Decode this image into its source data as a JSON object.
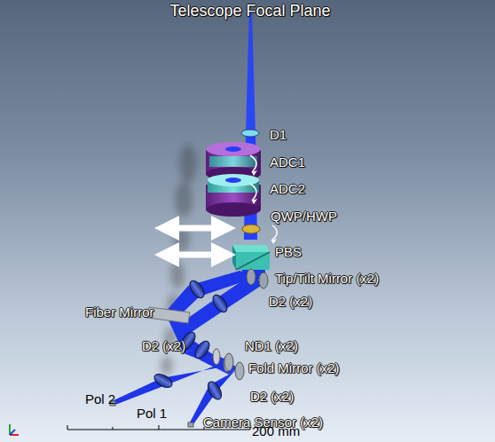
{
  "diagram": {
    "labels": [
      "Telescope Focal Plane",
      "D1",
      "ADC1",
      "ADC2",
      "QWP/HWP",
      "PBS",
      "Tip/Tilt Mirror (x2)",
      "D2 (x2)",
      "Fiber Mirror",
      "D2 (x2)",
      "ND1 (x2)",
      "Fold Mirror (x2)",
      "D2 (x2)",
      "Pol 2",
      "Pol 1",
      "Camera Sensor (x2)",
      "200 mm"
    ]
  }
}
